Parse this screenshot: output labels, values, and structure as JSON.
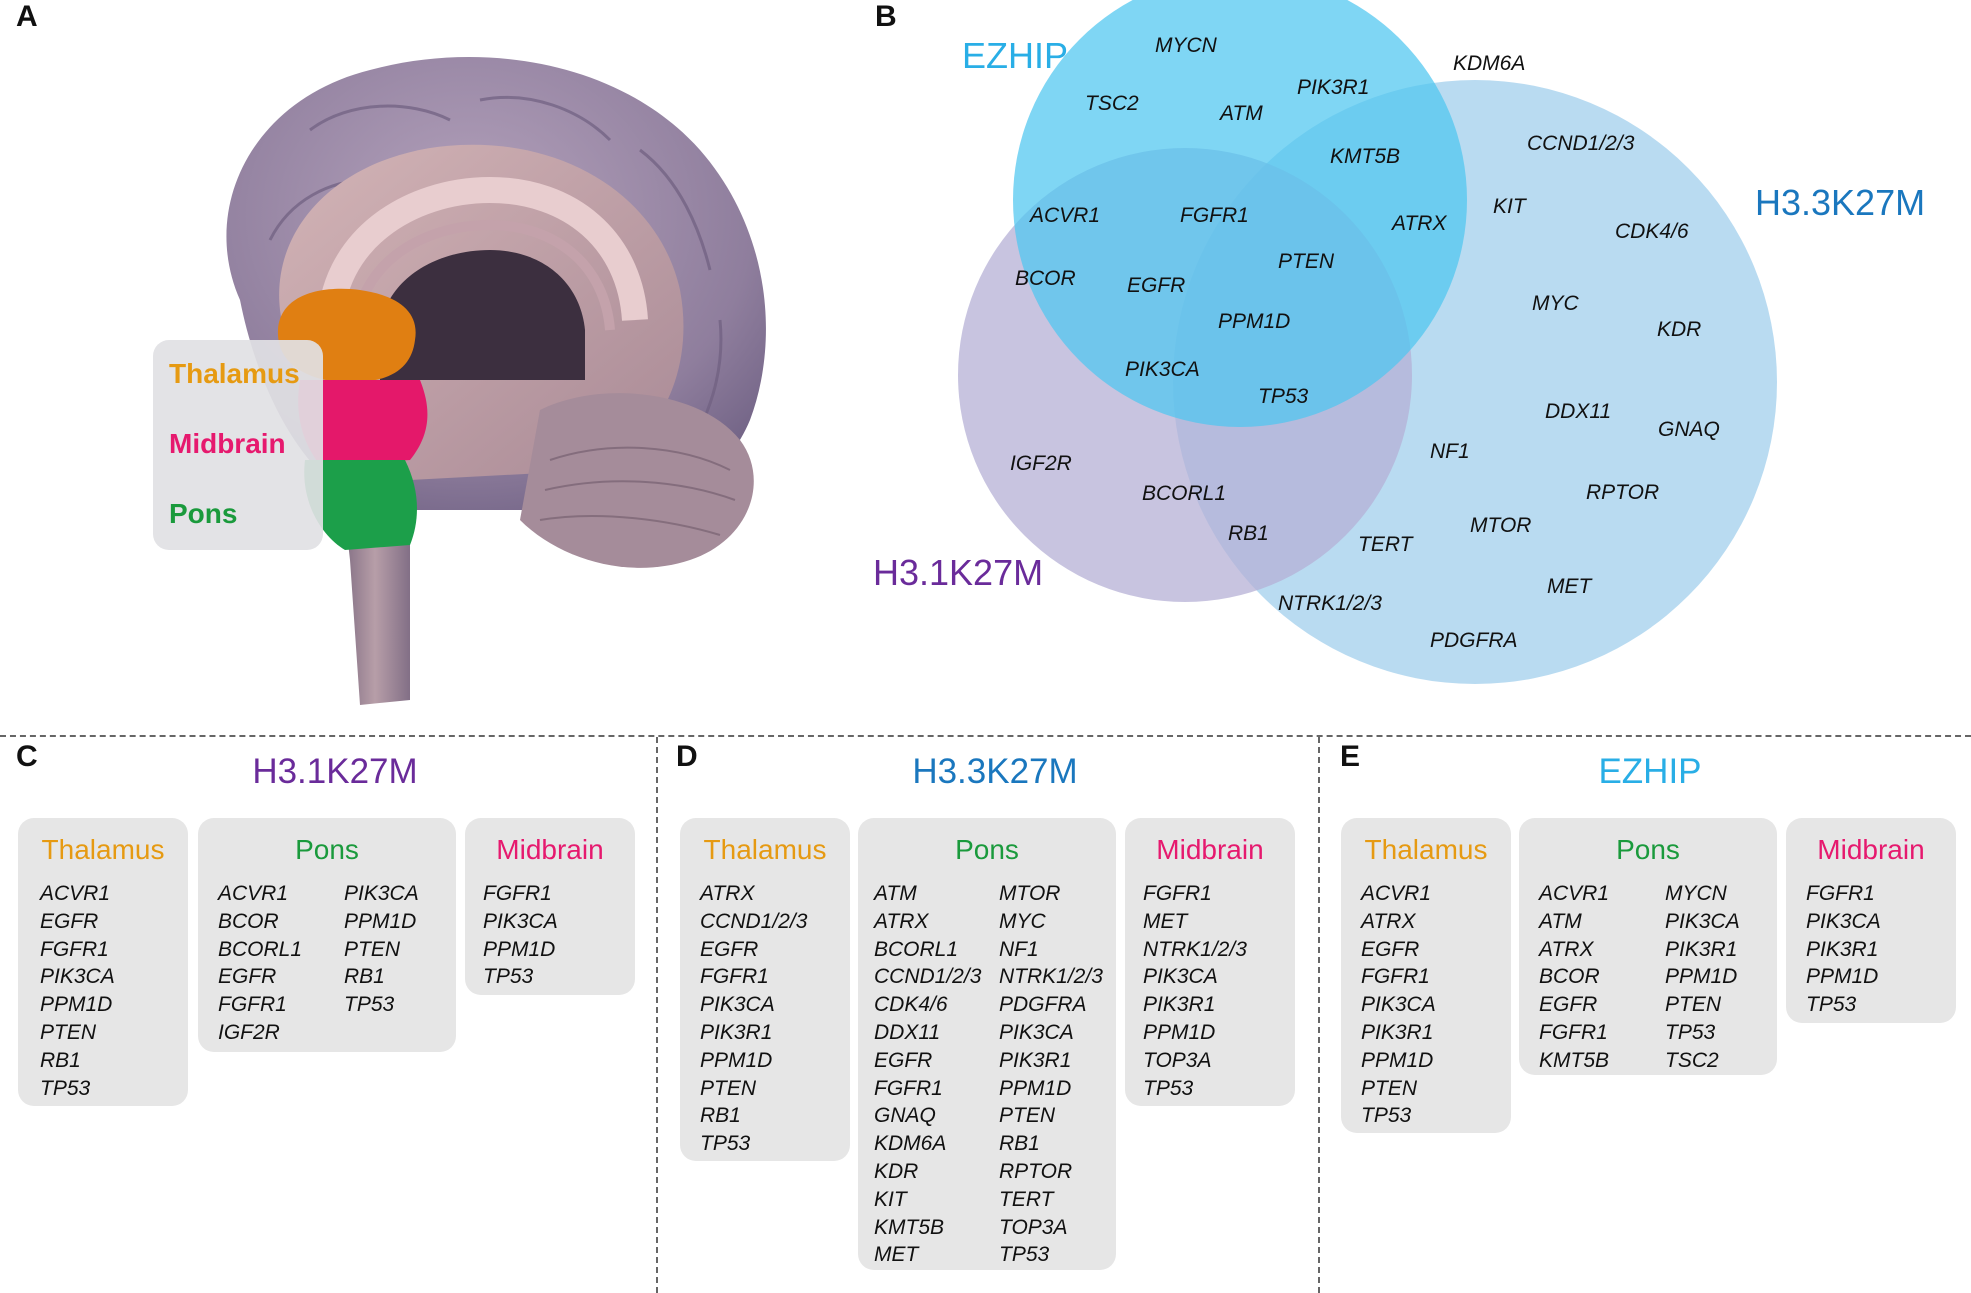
{
  "panels": {
    "a": "A",
    "b": "B",
    "c": "C",
    "d": "D",
    "e": "E"
  },
  "colors": {
    "ezhip": "#29aee6",
    "h33": "#1a77be",
    "h31": "#6a2b9a",
    "thalamus": "#e69a12",
    "midbrain": "#e6196e",
    "pons": "#1a9a3c"
  },
  "brain": {
    "legend": {
      "thalamus": "Thalamus",
      "midbrain": "Midbrain",
      "pons": "Pons"
    }
  },
  "venn": {
    "labels": {
      "ezhip": "EZHIP",
      "h33": "H3.3K27M",
      "h31": "H3.1K27M"
    },
    "genes": {
      "ezhip_only": [
        "MYCN",
        "TSC2"
      ],
      "ezhip_h33": [
        "PIK3R1",
        "ATM",
        "KMT5B",
        "ATRX"
      ],
      "ezhip_h31": [
        "ACVR1",
        "BCOR"
      ],
      "all_three": [
        "FGFR1",
        "PTEN",
        "EGFR",
        "PPM1D",
        "PIK3CA",
        "TP53"
      ],
      "h31_only": [
        "IGF2R"
      ],
      "h31_h33": [
        "BCORL1",
        "RB1"
      ],
      "h33_only": [
        "KDM6A",
        "CCND1/2/3",
        "KIT",
        "CDK4/6",
        "MYC",
        "KDR",
        "DDX11",
        "GNAQ",
        "NF1",
        "RPTOR",
        "MTOR",
        "TERT",
        "MET",
        "NTRK1/2/3",
        "PDGFRA"
      ]
    }
  },
  "sections": {
    "c": {
      "title": "H3.1K27M",
      "thalamus": {
        "label": "Thalamus",
        "genes": [
          "ACVR1",
          "EGFR",
          "FGFR1",
          "PIK3CA",
          "PPM1D",
          "PTEN",
          "RB1",
          "TP53"
        ]
      },
      "pons": {
        "label": "Pons",
        "col1": [
          "ACVR1",
          "BCOR",
          "BCORL1",
          "EGFR",
          "FGFR1",
          "IGF2R"
        ],
        "col2": [
          "PIK3CA",
          "PPM1D",
          "PTEN",
          "RB1",
          "TP53"
        ]
      },
      "midbrain": {
        "label": "Midbrain",
        "genes": [
          "FGFR1",
          "PIK3CA",
          "PPM1D",
          "TP53"
        ]
      }
    },
    "d": {
      "title": "H3.3K27M",
      "thalamus": {
        "label": "Thalamus",
        "genes": [
          "ATRX",
          "CCND1/2/3",
          "EGFR",
          "FGFR1",
          "PIK3CA",
          "PIK3R1",
          "PPM1D",
          "PTEN",
          "RB1",
          "TP53"
        ]
      },
      "pons": {
        "label": "Pons",
        "col1": [
          "ATM",
          "ATRX",
          "BCORL1",
          "CCND1/2/3",
          "CDK4/6",
          "DDX11",
          "EGFR",
          "FGFR1",
          "GNAQ",
          "KDM6A",
          "KDR",
          "KIT",
          "KMT5B",
          "MET"
        ],
        "col2": [
          "MTOR",
          "MYC",
          "NF1",
          "NTRK1/2/3",
          "PDGFRA",
          "PIK3CA",
          "PIK3R1",
          "PPM1D",
          "PTEN",
          "RB1",
          "RPTOR",
          "TERT",
          "TOP3A",
          "TP53"
        ]
      },
      "midbrain": {
        "label": "Midbrain",
        "genes": [
          "FGFR1",
          "MET",
          "NTRK1/2/3",
          "PIK3CA",
          "PIK3R1",
          "PPM1D",
          "TOP3A",
          "TP53"
        ]
      }
    },
    "e": {
      "title": "EZHIP",
      "thalamus": {
        "label": "Thalamus",
        "genes": [
          "ACVR1",
          "ATRX",
          "EGFR",
          "FGFR1",
          "PIK3CA",
          "PIK3R1",
          "PPM1D",
          "PTEN",
          "TP53"
        ]
      },
      "pons": {
        "label": "Pons",
        "col1": [
          "ACVR1",
          "ATM",
          "ATRX",
          "BCOR",
          "EGFR",
          "FGFR1",
          "KMT5B"
        ],
        "col2": [
          "MYCN",
          "PIK3CA",
          "PIK3R1",
          "PPM1D",
          "PTEN",
          "TP53",
          "TSC2"
        ]
      },
      "midbrain": {
        "label": "Midbrain",
        "genes": [
          "FGFR1",
          "PIK3CA",
          "PIK3R1",
          "PPM1D",
          "TP53"
        ]
      }
    }
  }
}
